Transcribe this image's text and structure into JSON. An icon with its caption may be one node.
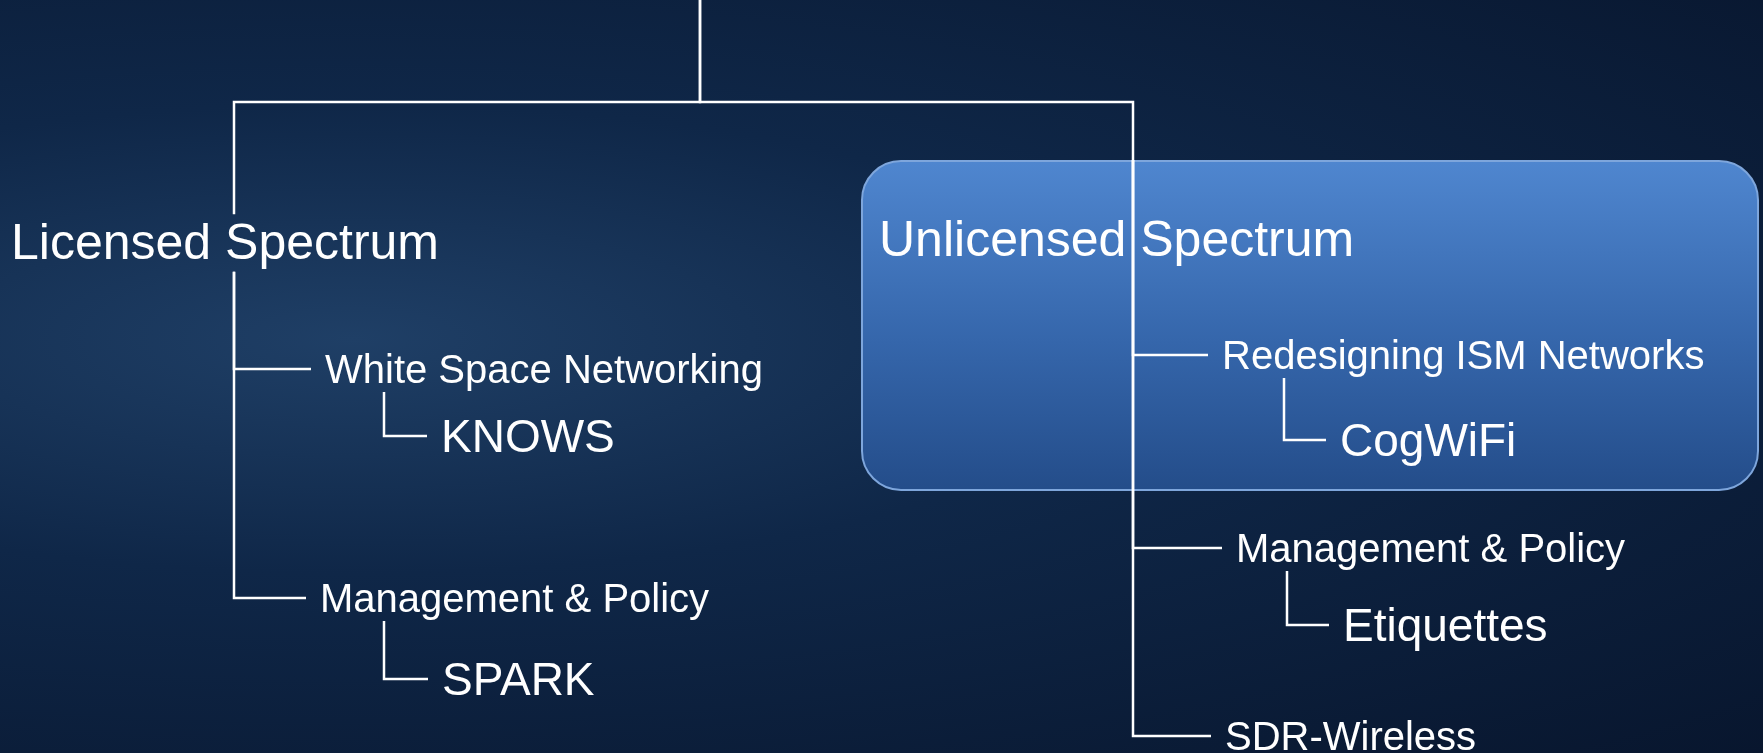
{
  "diagram": {
    "nodes": [
      {
        "text": [
          "Licensed Spectrum"
        ]
      },
      {
        "text": [
          "White Space Networking"
        ]
      },
      {
        "text": [
          "KNOWS"
        ]
      },
      {
        "text": [
          "Management & Policy"
        ]
      },
      {
        "text": [
          "SPARK"
        ]
      },
      {
        "text": [
          "Unlicensed Spectrum"
        ]
      },
      {
        "text": [
          "Redesigning ISM Networks"
        ],
        "in": 5
      },
      {
        "text": [
          "CogWiFi"
        ],
        "in": 5
      },
      {
        "text": [
          "Management & Policy"
        ]
      },
      {
        "text": [
          "Etiquettes"
        ]
      },
      {
        "text": [
          "SDR-Wireless"
        ]
      }
    ],
    "edges": [
      {
        "from": null,
        "to": 0,
        "arrow": "none"
      },
      {
        "from": null,
        "to": 5,
        "arrow": "none"
      },
      {
        "from": 0,
        "to": 1,
        "arrow": "none"
      },
      {
        "from": 1,
        "to": 2,
        "arrow": "none"
      },
      {
        "from": 0,
        "to": 3,
        "arrow": "none"
      },
      {
        "from": 3,
        "to": 4,
        "arrow": "none"
      },
      {
        "from": 5,
        "to": 6,
        "arrow": "none"
      },
      {
        "from": 6,
        "to": 7,
        "arrow": "none"
      },
      {
        "from": 5,
        "to": 8,
        "arrow": "none"
      },
      {
        "from": 8,
        "to": 9,
        "arrow": "none"
      },
      {
        "from": 5,
        "to": 10,
        "arrow": "none"
      }
    ]
  }
}
